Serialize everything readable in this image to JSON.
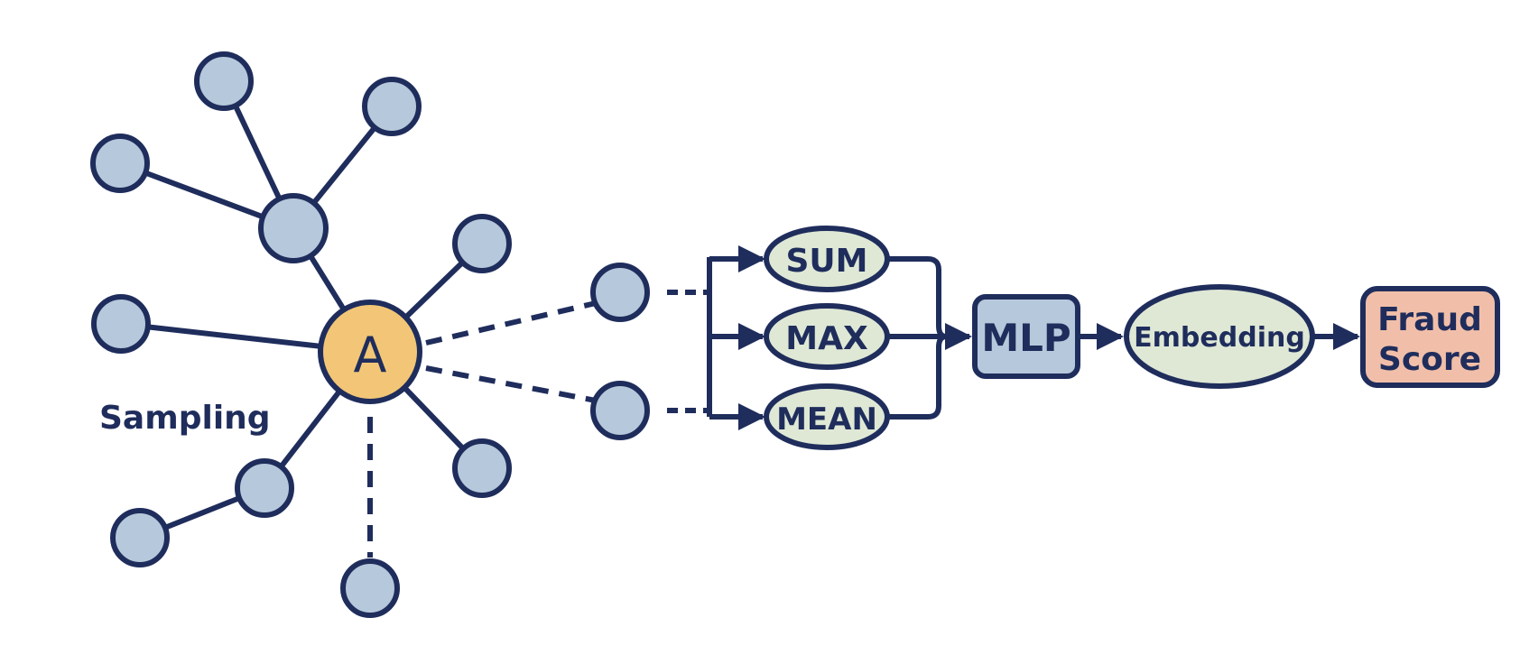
{
  "diagram": {
    "title": "Graph sampling and aggregation pipeline for fraud scoring",
    "colors": {
      "stroke": "#1f2d5c",
      "neighbor_fill": "#b6c8db",
      "target_fill": "#f2c676",
      "aggregator_fill": "#dfe8d5",
      "mlp_fill": "#b6c8db",
      "output_fill": "#f1bfa9"
    },
    "target_node": {
      "label": "A"
    },
    "sampling_label": "Sampling",
    "aggregators": [
      {
        "id": "sum",
        "label": "SUM"
      },
      {
        "id": "max",
        "label": "MAX"
      },
      {
        "id": "mean",
        "label": "MEAN"
      }
    ],
    "mlp": {
      "label": "MLP"
    },
    "embedding": {
      "label": "Embedding"
    },
    "output": {
      "line1": "Fraud",
      "line2": "Score"
    }
  }
}
